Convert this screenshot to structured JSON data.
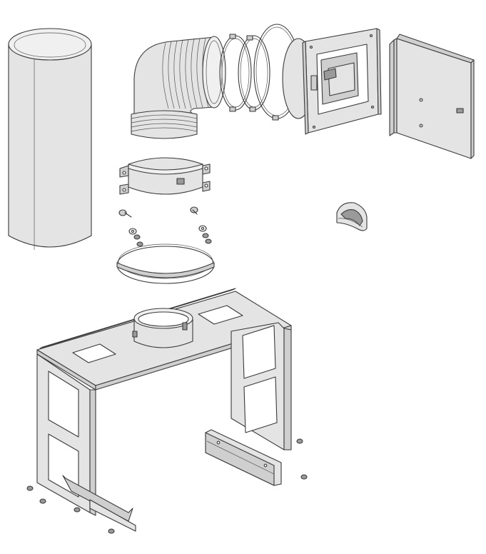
{
  "diagram": {
    "components": [
      {
        "name": "insulation-sleeve",
        "shape": "cylinder"
      },
      {
        "name": "flexible-duct-elbow",
        "shape": "corrugated-bend"
      },
      {
        "name": "hose-clamp-rings",
        "count": 3
      },
      {
        "name": "wall-duct-plate",
        "shape": "flanged-box"
      },
      {
        "name": "wall-cover-plate",
        "shape": "square-panel"
      },
      {
        "name": "strap-clamp",
        "shape": "band-with-tabs"
      },
      {
        "name": "screws-washers-nuts",
        "count": 2
      },
      {
        "name": "large-seal-ring",
        "shape": "ring"
      },
      {
        "name": "foam-gasket-roll",
        "shape": "roll"
      },
      {
        "name": "support-stand",
        "shape": "frame-with-collar"
      },
      {
        "name": "floor-brackets",
        "count": 2
      },
      {
        "name": "fastener-nuts",
        "count": 5
      }
    ],
    "colors": {
      "line": "#3a3a3a",
      "fill": "#e4e4e4",
      "background": "#ffffff"
    }
  }
}
